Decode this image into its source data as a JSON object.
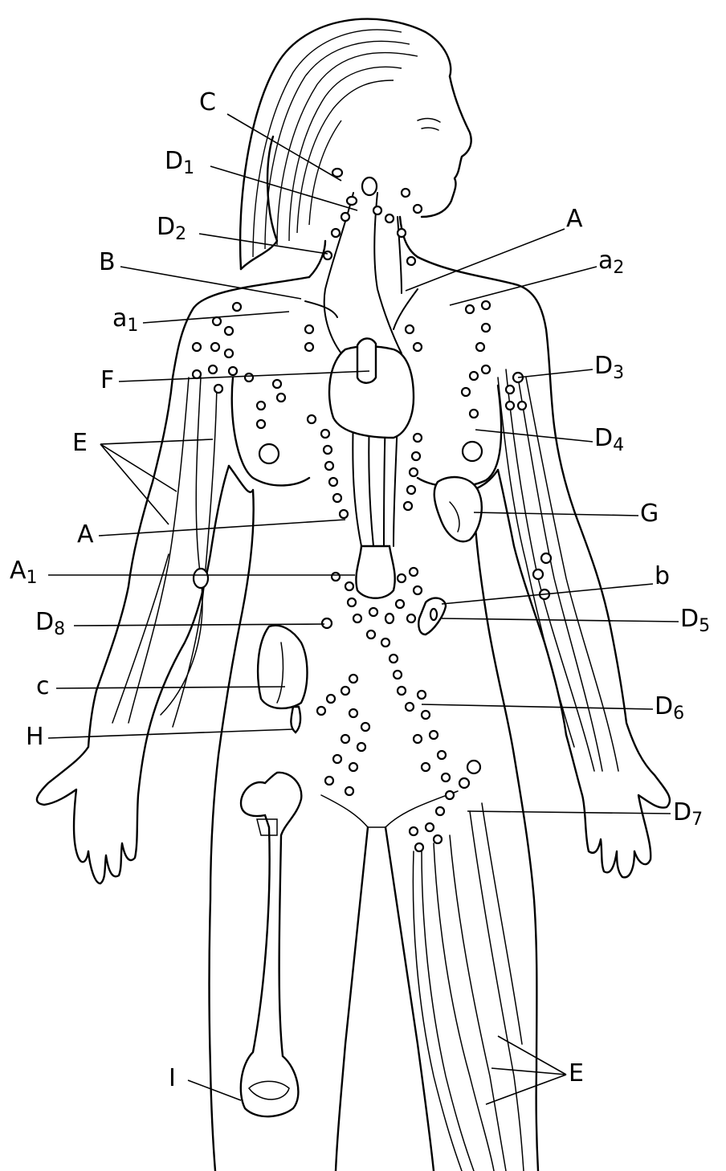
{
  "labels": {
    "C": "C",
    "D1": {
      "letter": "D",
      "sub": "1"
    },
    "D2": {
      "letter": "D",
      "sub": "2"
    },
    "B": "B",
    "a1": {
      "letter": "a",
      "sub": "1"
    },
    "F": "F",
    "E_arm": "E",
    "A_thorax": "A",
    "A1": {
      "letter": "A",
      "sub": "1"
    },
    "D8": {
      "letter": "D",
      "sub": "8"
    },
    "c": "c",
    "H": "H",
    "I": "I",
    "A_neck": "A",
    "a2": {
      "letter": "a",
      "sub": "2"
    },
    "D3": {
      "letter": "D",
      "sub": "3"
    },
    "D4": {
      "letter": "D",
      "sub": "4"
    },
    "G": "G",
    "b": "b",
    "D5": {
      "letter": "D",
      "sub": "5"
    },
    "D6": {
      "letter": "D",
      "sub": "6"
    },
    "D7": {
      "letter": "D",
      "sub": "7"
    },
    "E_leg": "E"
  }
}
